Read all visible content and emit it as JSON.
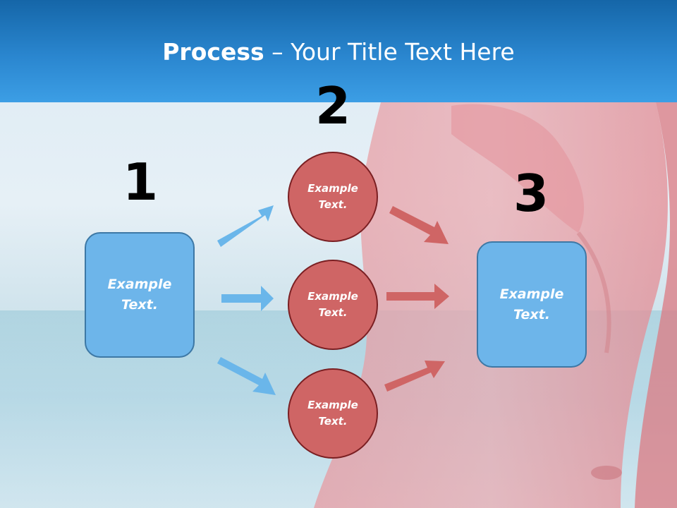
{
  "slide": {
    "title_bold": "Process",
    "title_rest": " – Your Title Text Here"
  },
  "steps": {
    "one": {
      "number": "1",
      "label": "Example Text."
    },
    "two": {
      "number": "2",
      "circles": [
        "Example Text.",
        "Example Text.",
        "Example Text."
      ]
    },
    "three": {
      "number": "3",
      "label": "Example Text."
    }
  },
  "colors": {
    "header": "#2a86cf",
    "box_fill": "#6db5ea",
    "circle_fill": "#cf6565",
    "blue_arrow": "#6ab6ea",
    "red_arrow": "#cf6565"
  }
}
